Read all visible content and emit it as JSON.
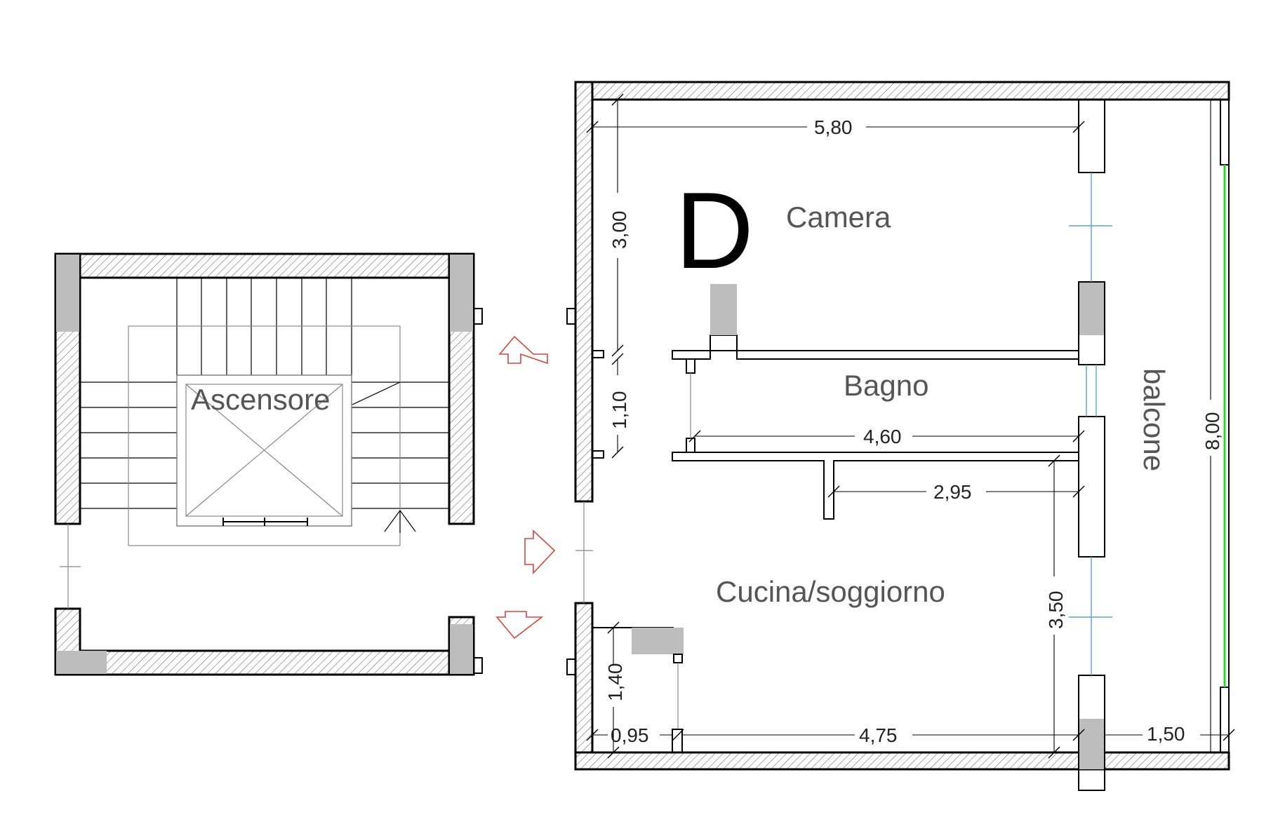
{
  "unit": {
    "letter": "D"
  },
  "rooms": {
    "camera": "Camera",
    "bagno": "Bagno",
    "cucina_soggiorno": "Cucina/soggiorno",
    "balcone": "balcone",
    "ascensore": "Ascensore"
  },
  "dimensions": {
    "d_5_80": "5,80",
    "d_3_00": "3,00",
    "d_1_10": "1,10",
    "d_4_60": "4,60",
    "d_2_95": "2,95",
    "d_3_50": "3,50",
    "d_8_00": "8,00",
    "d_1_40": "1,40",
    "d_0_95": "0,95",
    "d_4_75": "4,75",
    "d_1_50": "1,50"
  },
  "colors": {
    "wall_line": "#000000",
    "column_fill": "#bdbdbd",
    "window_line": "#5aa0d8",
    "balcony_glass": "#22dd22",
    "entry_arrows": "#d9463b",
    "room_labels": "#555555"
  }
}
